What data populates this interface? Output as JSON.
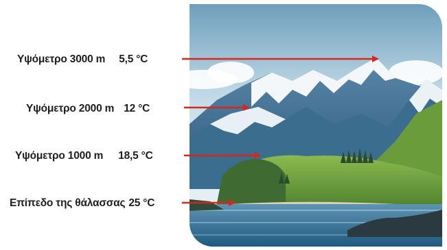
{
  "levels": [
    {
      "altitude": "Υψόμετρο 3000 m",
      "temperature": "5,5 °C"
    },
    {
      "altitude": "Υψόμετρο 2000 m",
      "temperature": "12 °C"
    },
    {
      "altitude": "Υψόμετρο 1000 m",
      "temperature": "18,5 °C"
    },
    {
      "altitude": "Επίπεδο της θάλασσας",
      "temperature": "25 °C"
    }
  ],
  "colors": {
    "arrow": "#d7261e",
    "sky": "#cfe3ee",
    "water": "#2e6f93",
    "grass": "#6a9c3c",
    "mountain": "#3d6e92"
  },
  "icons": [
    "arrow-right-icon"
  ]
}
